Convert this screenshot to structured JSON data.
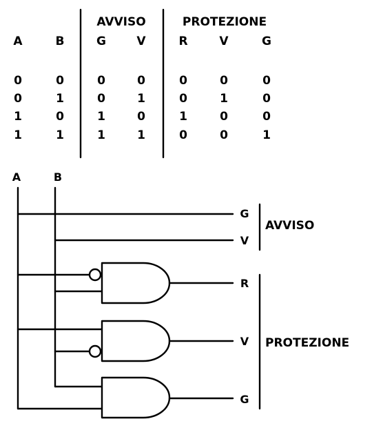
{
  "truth_table": {
    "group_avviso": "AVVISO",
    "group_protezione": "PROTEZIONE",
    "columns": [
      "A",
      "B",
      "G",
      "V",
      "R",
      "V",
      "G"
    ],
    "rows": [
      [
        "0",
        "0",
        "0",
        "0",
        "0",
        "0",
        "0"
      ],
      [
        "0",
        "1",
        "0",
        "1",
        "0",
        "1",
        "0"
      ],
      [
        "1",
        "0",
        "1",
        "0",
        "1",
        "0",
        "0"
      ],
      [
        "1",
        "1",
        "1",
        "1",
        "0",
        "0",
        "1"
      ]
    ]
  },
  "circuit": {
    "input_a": "A",
    "input_b": "B",
    "outputs": {
      "avviso_g": "G",
      "avviso_v": "V",
      "prot_r": "R",
      "prot_v": "V",
      "prot_g": "G"
    },
    "group_avviso": "AVVISO",
    "group_protezione": "PROTEZIONE",
    "gates": [
      {
        "id": "gate-1",
        "type": "AND",
        "inverted_input": "A",
        "output": "R"
      },
      {
        "id": "gate-2",
        "type": "AND",
        "inverted_input": "B",
        "output": "V"
      },
      {
        "id": "gate-3",
        "type": "AND",
        "inverted_input": "none",
        "output": "G"
      }
    ]
  }
}
